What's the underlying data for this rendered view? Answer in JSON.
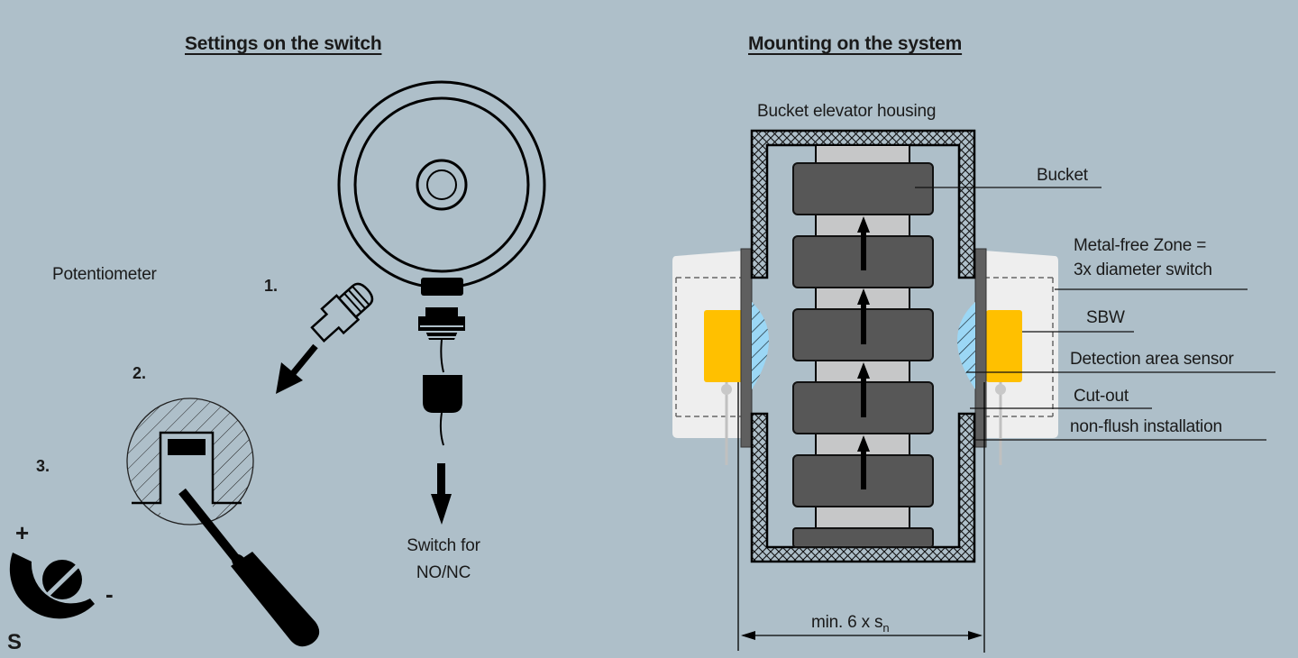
{
  "left_panel": {
    "heading": "Settings on the switch",
    "potentiometer_label": "Potentiometer",
    "steps": [
      "1.",
      "2.",
      "3."
    ],
    "switch_label_line1": "Switch for",
    "switch_label_line2": "NO/NC",
    "dial_symbols": {
      "plus": "+",
      "minus": "-",
      "s": "S"
    }
  },
  "right_panel": {
    "heading": "Mounting on the system",
    "housing_label": "Bucket elevator housing",
    "callouts": [
      "Bucket",
      "Metal-free Zone =",
      "3x diameter switch",
      "SBW",
      "Detection area sensor",
      "Cut-out",
      "non-flush installation"
    ],
    "dimension_label": "min. 6 x s",
    "dimension_subscript": "n"
  },
  "colors": {
    "background": "#aebfc9",
    "sensor_yellow": "#ffc000",
    "detection_blue": "#9bd7f5",
    "bucket_dark": "#575757",
    "belt_light": "#c6c7c8",
    "mount_white": "#eeeeee"
  }
}
